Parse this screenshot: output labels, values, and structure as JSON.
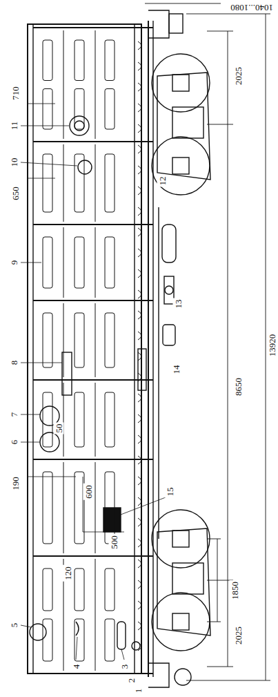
{
  "diagram": {
    "labels": [
      "1040...1080",
      "2025",
      "710",
      "11",
      "650",
      "10",
      "9",
      "8650",
      "13920",
      "12",
      "8",
      "13",
      "7",
      "50",
      "6",
      "190",
      "14",
      "600",
      "500",
      "15",
      "5",
      "120",
      "4",
      "1850",
      "3",
      "2",
      "1",
      "2025"
    ]
  }
}
